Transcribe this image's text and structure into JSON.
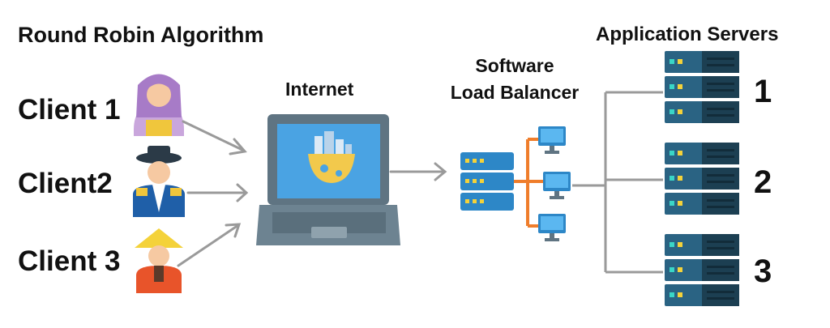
{
  "title": "Round Robin Algorithm",
  "clients": [
    {
      "label": "Client 1",
      "icon": "woman-hijab-icon"
    },
    {
      "label": "Client2",
      "icon": "man-hat-icon"
    },
    {
      "label": "Client 3",
      "icon": "farmer-conical-hat-icon"
    }
  ],
  "internet": {
    "label": "Internet",
    "icon": "laptop-globe-icon"
  },
  "load_balancer": {
    "line1": "Software",
    "line2": "Load Balancer",
    "icon": "server-network-icon"
  },
  "servers": {
    "title": "Application Servers",
    "numbers": [
      "1",
      "2",
      "3"
    ],
    "icon": "server-rack-icon"
  },
  "colors": {
    "arrow": "#9a9a9a",
    "server_dark": "#1c3f52",
    "server_light": "#2a6383",
    "lb_blue": "#2d87c7",
    "screen_blue": "#4aa3e3",
    "network_orange": "#ef7d2b",
    "laptop_gray": "#5f7482"
  }
}
